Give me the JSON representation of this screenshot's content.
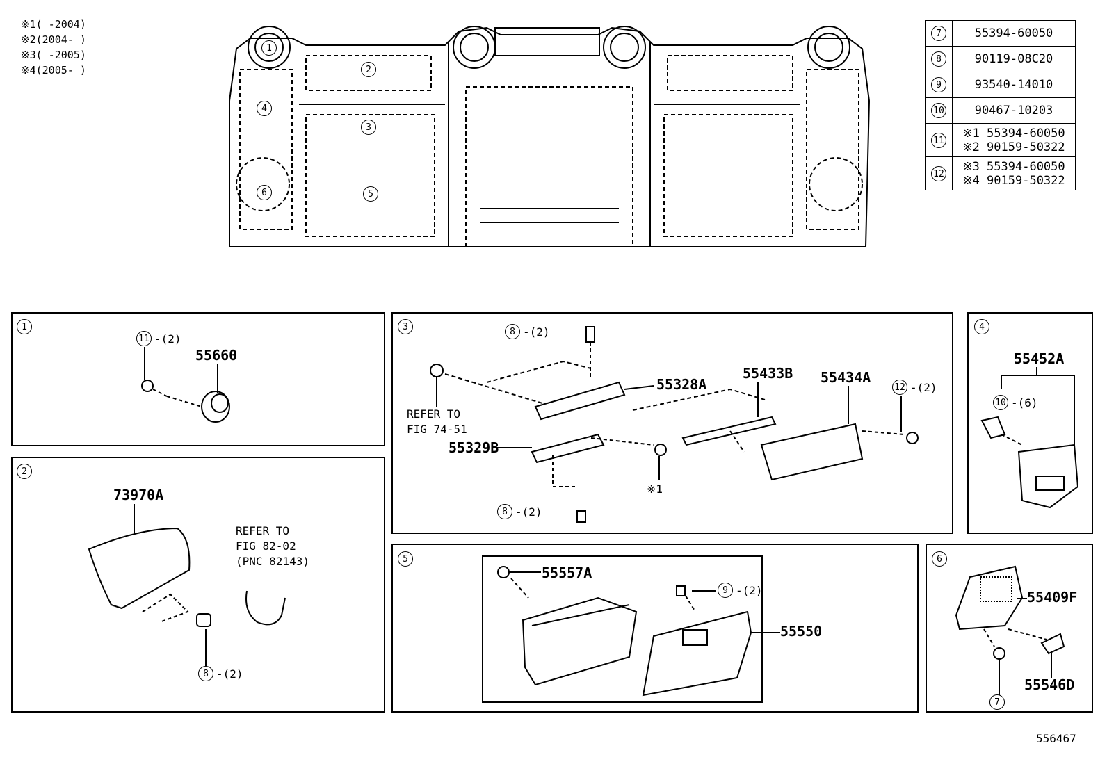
{
  "legend": [
    {
      "mark": "※1",
      "range": "(      -2004)"
    },
    {
      "mark": "※2",
      "range": "(2004-      )"
    },
    {
      "mark": "※3",
      "range": "(      -2005)"
    },
    {
      "mark": "※4",
      "range": "(2005-      )"
    }
  ],
  "parts_table": [
    {
      "ref": "7",
      "lines": [
        "55394-60050"
      ]
    },
    {
      "ref": "8",
      "lines": [
        "90119-08C20"
      ]
    },
    {
      "ref": "9",
      "lines": [
        "93540-14010"
      ]
    },
    {
      "ref": "10",
      "lines": [
        "90467-10203"
      ]
    },
    {
      "ref": "11",
      "lines": [
        "※1 55394-60050",
        "※2 90159-50322"
      ]
    },
    {
      "ref": "12",
      "lines": [
        "※3 55394-60050",
        "※4 90159-50322"
      ]
    }
  ],
  "overview_callouts": [
    "1",
    "2",
    "3",
    "4",
    "5",
    "6"
  ],
  "panels": {
    "p1": {
      "num": "1",
      "part": "55660",
      "screw": "11",
      "qty": "-(2)"
    },
    "p2": {
      "num": "2",
      "part": "73970A",
      "screw": "8",
      "qty": "-(2)",
      "refer": "REFER TO\nFIG 82-02\n(PNC 82143)"
    },
    "p3": {
      "num": "3",
      "parts": [
        "55328A",
        "55433B",
        "55434A",
        "55329B"
      ],
      "screw_top": "8",
      "screw_bottom": "8",
      "screw_right": "12",
      "qty": "-(2)",
      "note": "※1",
      "refer": "REFER TO\nFIG 74-51"
    },
    "p4": {
      "num": "4",
      "part": "55452A",
      "screw": "10",
      "qty": "-(6)"
    },
    "p5": {
      "num": "5",
      "parts": [
        "55557A",
        "55550"
      ],
      "screw": "9",
      "qty": "-(2)"
    },
    "p6": {
      "num": "6",
      "parts": [
        "55409F",
        "55546D"
      ],
      "screw": "7"
    }
  },
  "figure_id": "556467"
}
